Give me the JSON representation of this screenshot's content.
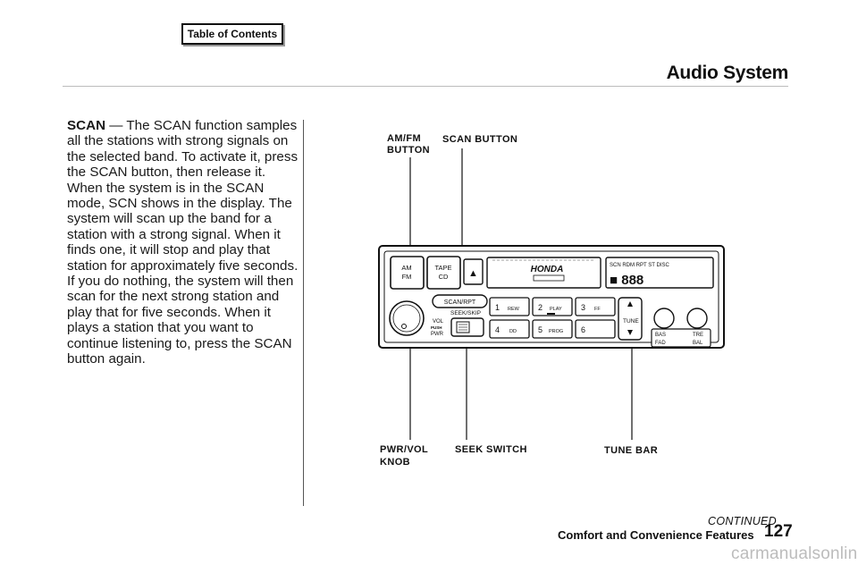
{
  "toc_button": "Table of Contents",
  "section_title": "Audio System",
  "body": {
    "term": "SCAN",
    "text": " — The SCAN function samples all the stations with strong signals on the selected band. To activate it, press the SCAN button, then release it. When the system is in the SCAN mode, SCN shows in the display. The system will scan up the band for a station with a strong signal. When it finds one, it will stop and play that station for approximately five seconds. If you do nothing, the system will then scan for the next strong station and play that for five seconds. When it plays a station that you want to continue listening to, press the SCAN button again."
  },
  "callouts": {
    "amfm_line1": "AM/FM",
    "amfm_line2": "BUTTON",
    "scan": "SCAN BUTTON",
    "pwr_line1": "PWR/VOL",
    "pwr_line2": "KNOB",
    "seek": "SEEK SWITCH",
    "tune": "TUNE BAR"
  },
  "radio": {
    "am": "AM",
    "fm": "FM",
    "tape": "TAPE",
    "cd": "CD",
    "eject": "▲",
    "brand": "HONDA",
    "display_top": "SCN RDM RPT ST DISC",
    "scan_rpt": "SCAN/RPT",
    "seek_skip": "SEEK/SKIP",
    "vol": "VOL",
    "push": "PUSH",
    "pwr": "PWR",
    "presets": [
      {
        "num": "1",
        "label": "REW"
      },
      {
        "num": "2",
        "label": "PLAY"
      },
      {
        "num": "3",
        "label": "FF"
      },
      {
        "num": "4",
        "label": "DD"
      },
      {
        "num": "5",
        "label": "PROG"
      },
      {
        "num": "6",
        "label": ""
      }
    ],
    "tune": "TUNE",
    "bas": "BAS",
    "tre": "TRE",
    "fad": "FAD",
    "bal": "BAL"
  },
  "continued": "CONTINUED",
  "footer": "Comfort and Convenience Features",
  "page_number": "127",
  "watermark": "carmanualsonline.info"
}
